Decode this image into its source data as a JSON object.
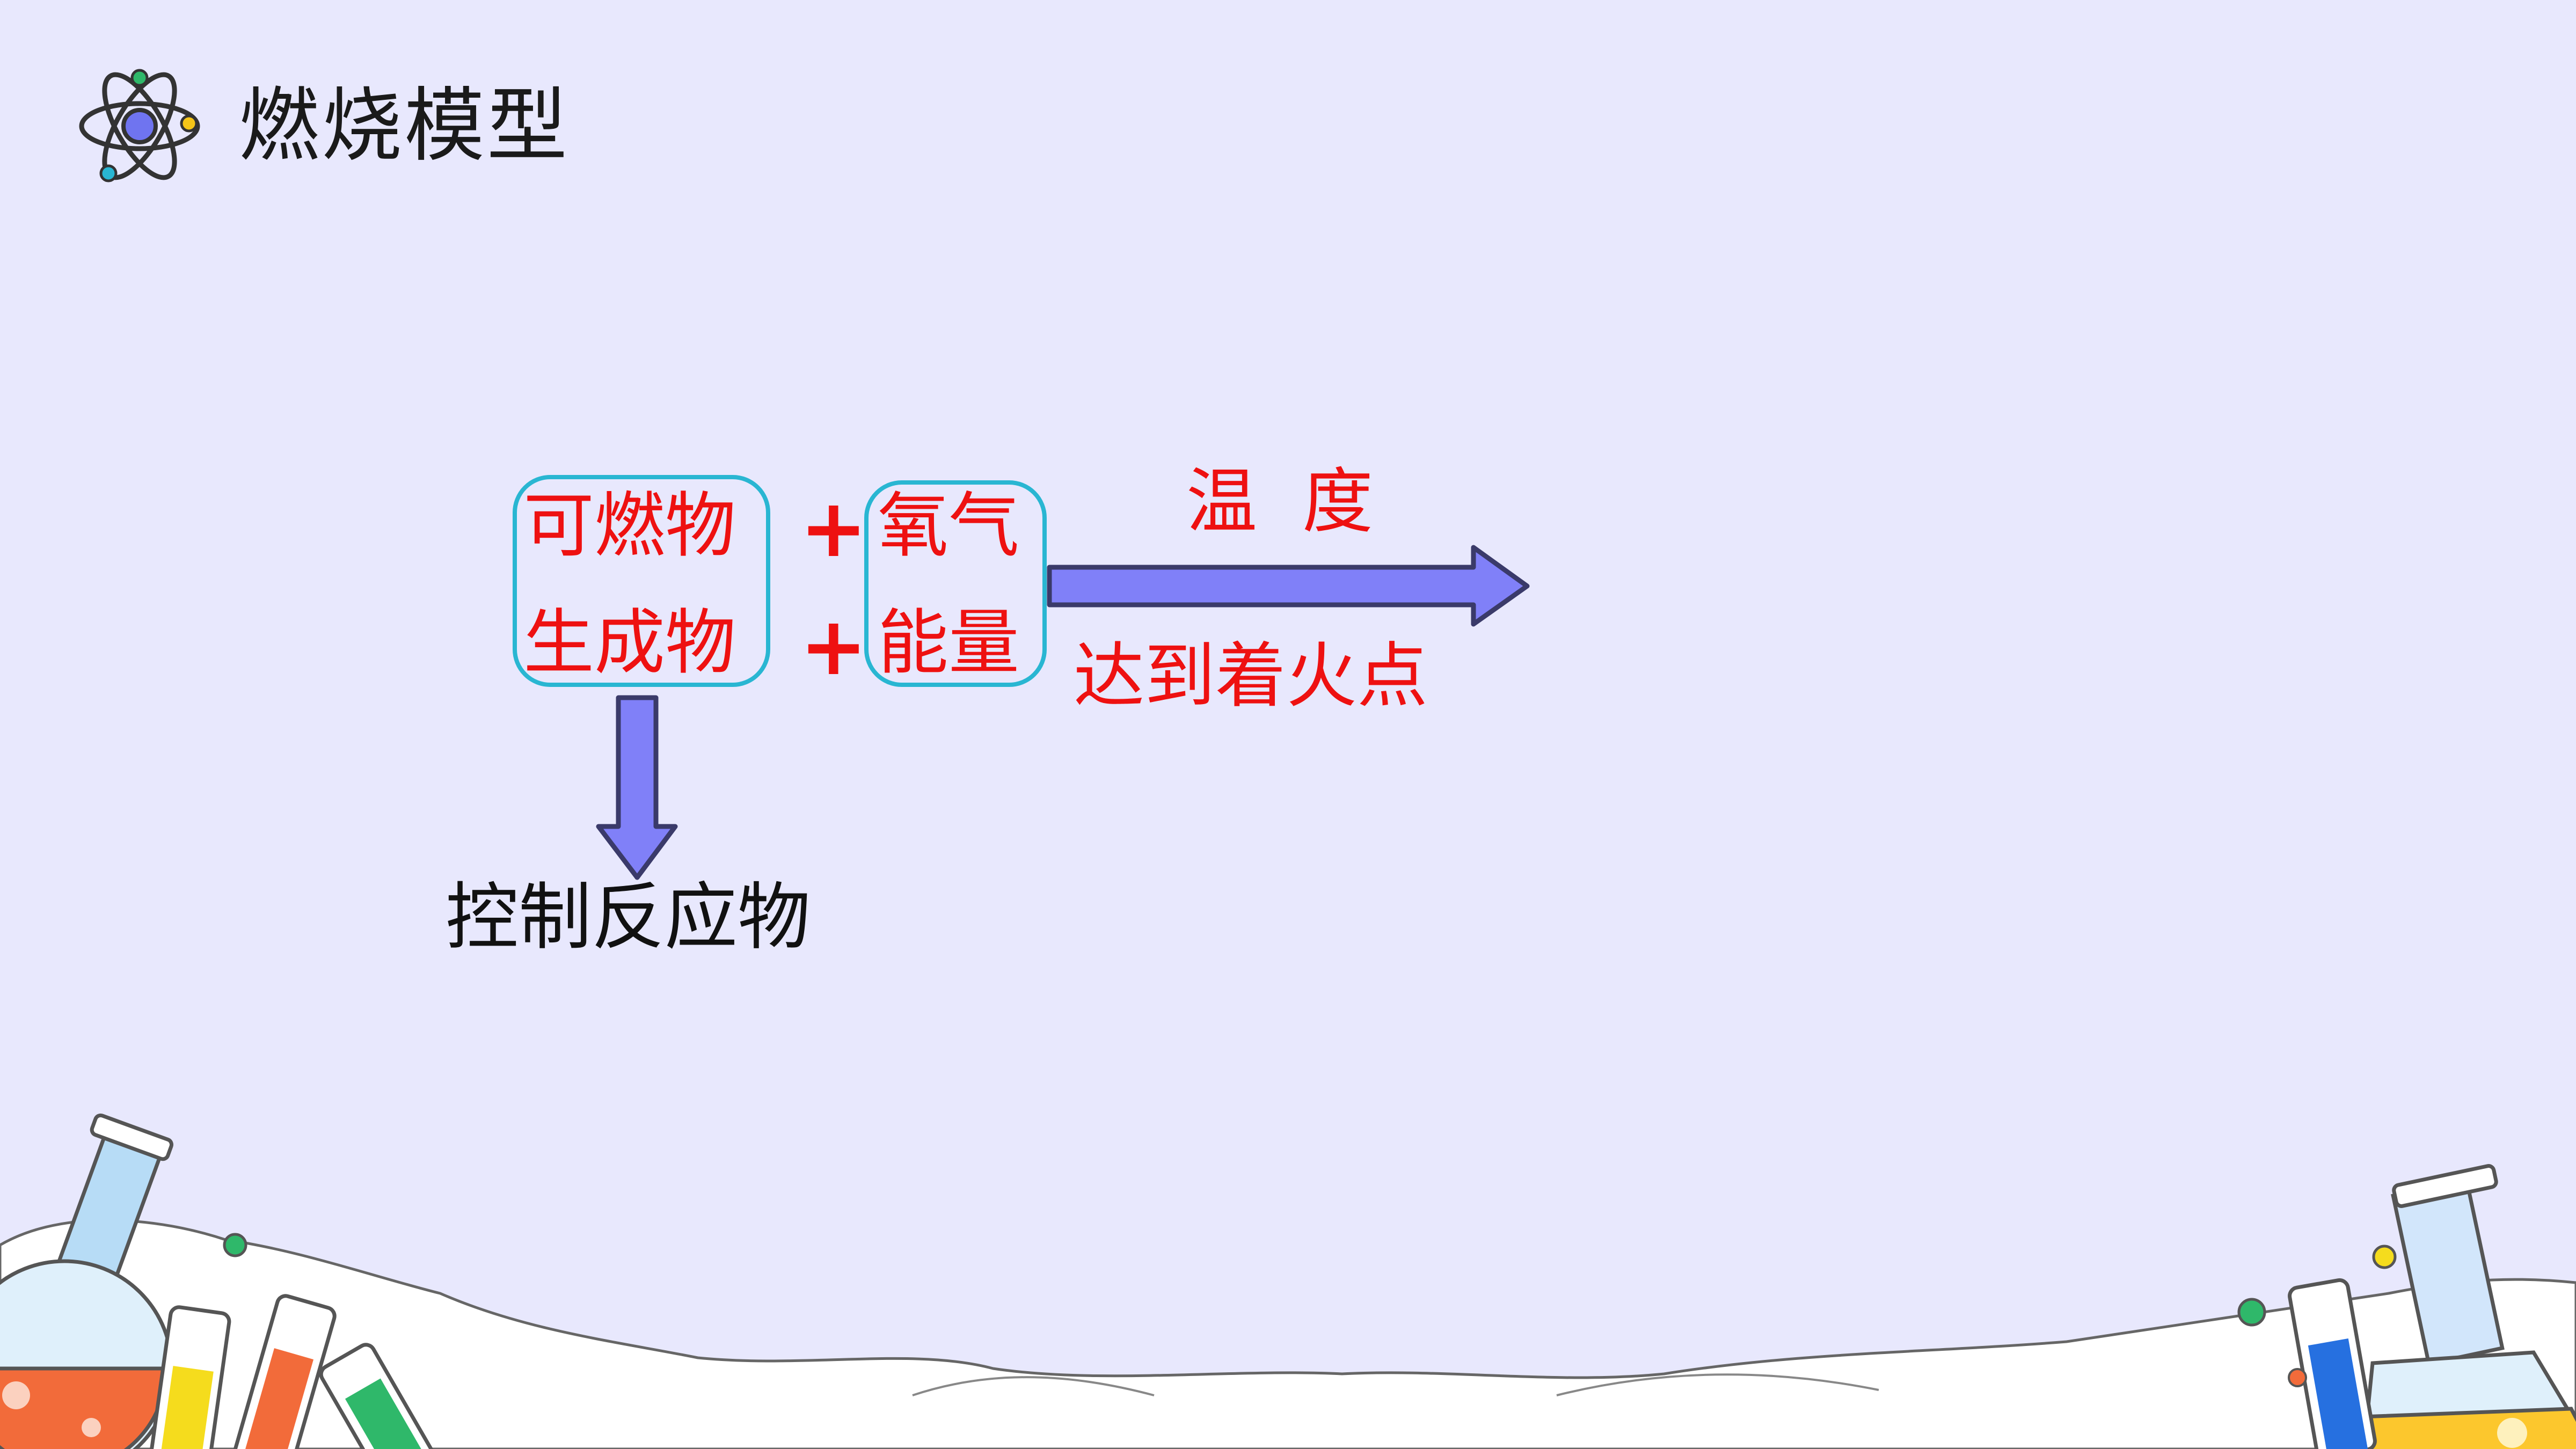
{
  "header": {
    "title": "燃烧模型",
    "logo_icon": "atom-icon"
  },
  "diagram": {
    "fuel": "可燃物",
    "oxygen": "氧气",
    "product": "生成物",
    "energy": "能量",
    "plus_1": "+",
    "plus_2": "+",
    "temperature": "温  度",
    "ignition": "达到着火点",
    "control": "控制反应物"
  },
  "colors": {
    "background": "#e8e8fd",
    "text_red": "#ee1111",
    "box_border": "#29b6d2",
    "arrow_fill": "#8080f8",
    "arrow_outline": "#3a3a6a"
  },
  "decorations": {
    "bottom_left": "lab-glassware-illustration",
    "bottom_right": "lab-glassware-illustration"
  }
}
